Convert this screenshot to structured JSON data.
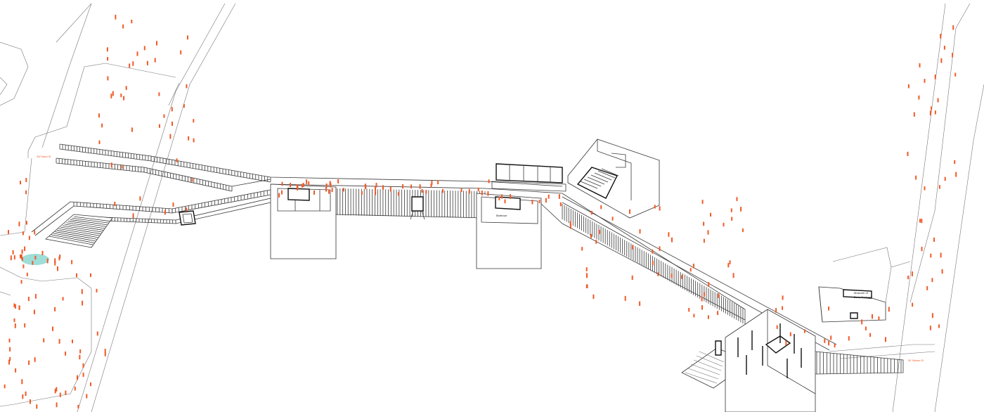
{
  "labels": {
    "street_west": "SW Taylor St",
    "street_east": "SE Salmon St",
    "museum_line1": "Museum of",
    "museum_line2": "Bone Ecology",
    "platform": "Bellevue"
  },
  "colors": {
    "people": "#f05a28",
    "pond": "#9fded8",
    "linework": "#3a3a3a"
  }
}
